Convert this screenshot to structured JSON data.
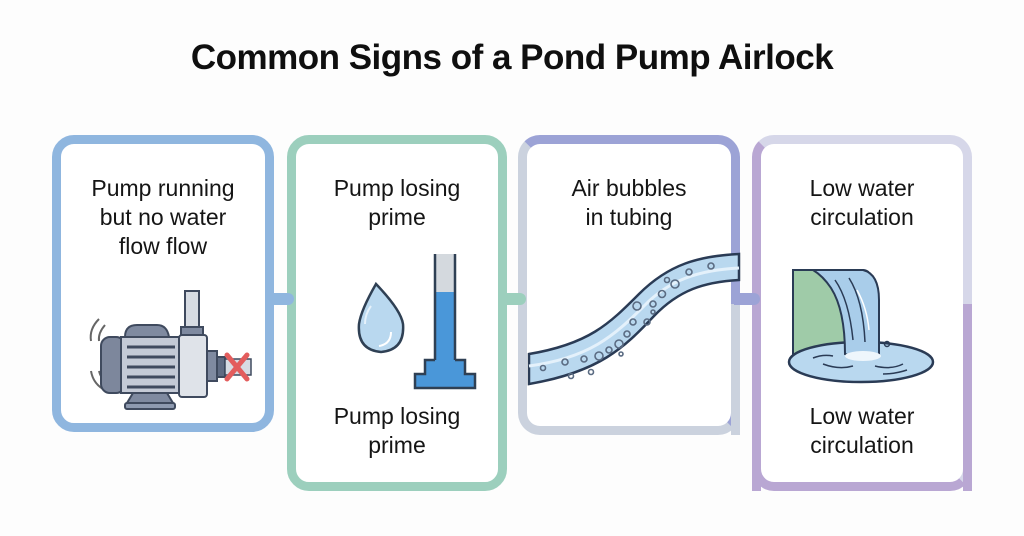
{
  "title": "Common Signs of a Pond Pump Airlock",
  "cards": [
    {
      "id": "no-flow",
      "label_top": "Pump running but no water flow flow",
      "label_lines": [
        "Pump running",
        "but no water",
        "flow flow"
      ],
      "icon": "water-pump-blocked-icon",
      "border_color": "#8fb6df"
    },
    {
      "id": "losing-prime",
      "label_lines": [
        "Pump losing",
        "prime"
      ],
      "label_bottom_lines": [
        "Pump losing",
        "prime"
      ],
      "icon": "water-drop-and-gauge-icon",
      "border_color": "#9ccfbd"
    },
    {
      "id": "air-bubbles",
      "label_lines": [
        "Air bubbles",
        "in tubing"
      ],
      "icon": "tube-with-bubbles-icon",
      "border_color_top": "#9ca3d6",
      "border_color_bottom": "#cbd2de"
    },
    {
      "id": "low-circulation",
      "label_lines": [
        "Low water",
        "circulation"
      ],
      "label_bottom_lines": [
        "Low water",
        "circulation"
      ],
      "icon": "waterfall-pond-icon",
      "border_color_top": "#d6d7e9",
      "border_color_bottom": "#b9a7d3"
    }
  ]
}
